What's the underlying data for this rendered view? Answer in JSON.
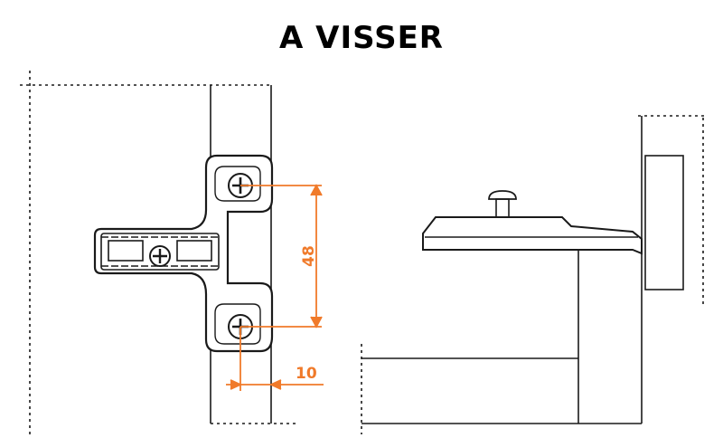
{
  "title": "A VISSER",
  "dimensions": {
    "vertical_label": "48",
    "horizontal_label": "10"
  },
  "colors": {
    "line": "#1a1a1a",
    "dimension": "#f07a2a"
  }
}
